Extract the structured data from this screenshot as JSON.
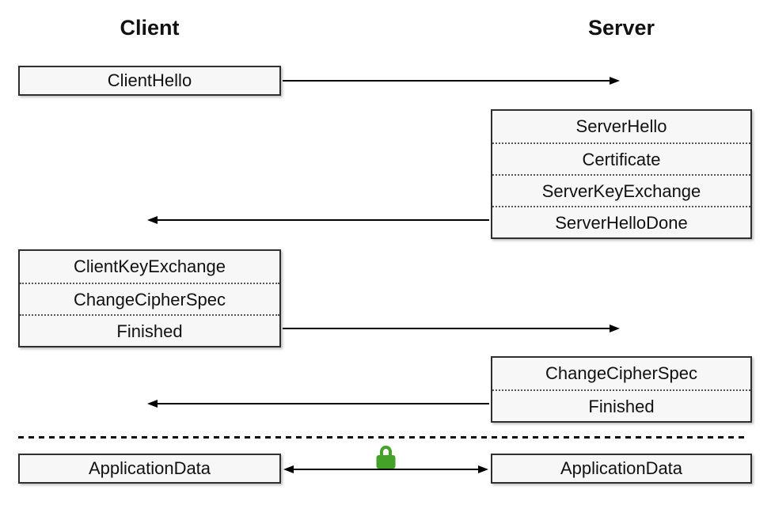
{
  "actors": [
    {
      "label": "Client"
    },
    {
      "label": "Server"
    }
  ],
  "messages": [
    {
      "name": "client-hello-flight",
      "from": "client",
      "to": "server",
      "direction": "right",
      "items": [
        "ClientHello"
      ]
    },
    {
      "name": "server-hello-flight",
      "from": "server",
      "to": "client",
      "direction": "left",
      "items": [
        "ServerHello",
        "Certificate",
        "ServerKeyExchange",
        "ServerHelloDone"
      ]
    },
    {
      "name": "client-key-exchange-flight",
      "from": "client",
      "to": "server",
      "direction": "right",
      "items": [
        "ClientKeyExchange",
        "ChangeCipherSpec",
        "Finished"
      ]
    },
    {
      "name": "server-finished-flight",
      "from": "server",
      "to": "client",
      "direction": "left",
      "items": [
        "ChangeCipherSpec",
        "Finished"
      ]
    }
  ],
  "application_data": {
    "client_label": "ApplicationData",
    "server_label": "ApplicationData",
    "arrow_direction": "bidirectional",
    "lock_icon": "lock-icon"
  },
  "colors": {
    "box_fill": "#f7f7f7",
    "box_border": "#2f2f2f",
    "arrow_black": "#000000",
    "lock_green": "#44a229",
    "separator_dot": "#555555"
  }
}
